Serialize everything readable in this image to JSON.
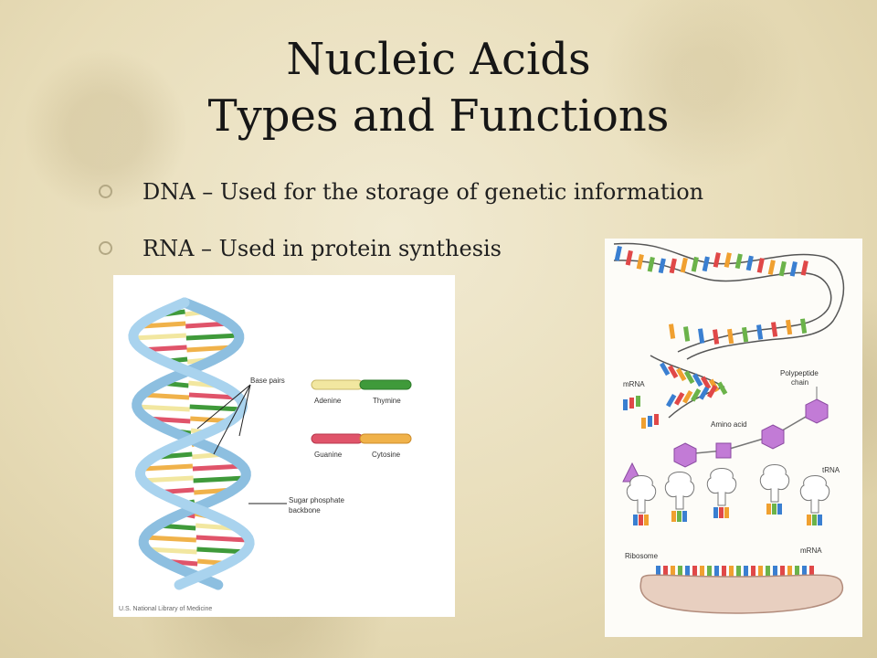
{
  "slide": {
    "title_line1": "Nucleic Acids",
    "title_line2": "Types and Functions",
    "bullets": [
      {
        "text": "DNA – Used for the storage of genetic information"
      },
      {
        "text": "RNA – Used in protein synthesis"
      }
    ]
  },
  "dna_figure": {
    "base_pairs_label": "Base pairs",
    "adenine_label": "Adenine",
    "thymine_label": "Thymine",
    "guanine_label": "Guanine",
    "cytosine_label": "Cytosine",
    "backbone_label_line1": "Sugar phosphate",
    "backbone_label_line2": "backbone",
    "credit": "U.S. National Library of Medicine",
    "colors": {
      "adenine": "#f2e7a0",
      "thymine": "#3f9a3a",
      "guanine": "#e0546a",
      "cytosine": "#f0b24a",
      "backbone": "#9cc8e6"
    }
  },
  "rna_figure": {
    "mrna_label_top": "mRNA",
    "polypeptide_label_line1": "Polypeptide",
    "polypeptide_label_line2": "chain",
    "amino_acid_label": "Amino acid",
    "trna_label": "tRNA",
    "ribosome_label": "Ribosome",
    "mrna_label_bottom": "mRNA"
  }
}
